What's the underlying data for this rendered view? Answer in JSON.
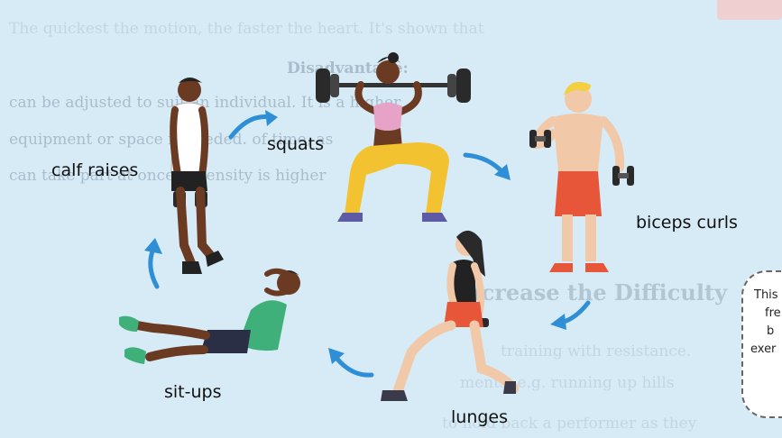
{
  "background_lines": [
    "The quickest the motion, the faster the heart. It's shown that",
    "Disadvantage:",
    "can be adjusted to suit an individual.        It is a higher",
    "equipment or space is needed.         of time, as",
    "can take part at once.          Intensity is higher",
    "Increase the Difficulty",
    "training with resistance.",
    "ments, e.g. running up hills",
    "to hold back a performer as they run."
  ],
  "exercises": [
    {
      "name": "squats"
    },
    {
      "name": "biceps curls"
    },
    {
      "name": "lunges"
    },
    {
      "name": "sit-ups"
    },
    {
      "name": "calf raises"
    }
  ],
  "side_note": [
    "This",
    "fre",
    "b",
    "exer"
  ],
  "colors": {
    "background": "#d7ebf7",
    "arrow": "#2e8ed6",
    "skin_dark": "#6b3a22",
    "skin_light": "#f1c9a8",
    "shorts_red": "#e8563a",
    "shirt_green": "#3fb07a",
    "pants_yellow": "#f2c230",
    "top_pink": "#e6a2c7"
  },
  "icons": [
    "barbell-icon",
    "dumbbell-icon",
    "curved-arrow-icon"
  ]
}
